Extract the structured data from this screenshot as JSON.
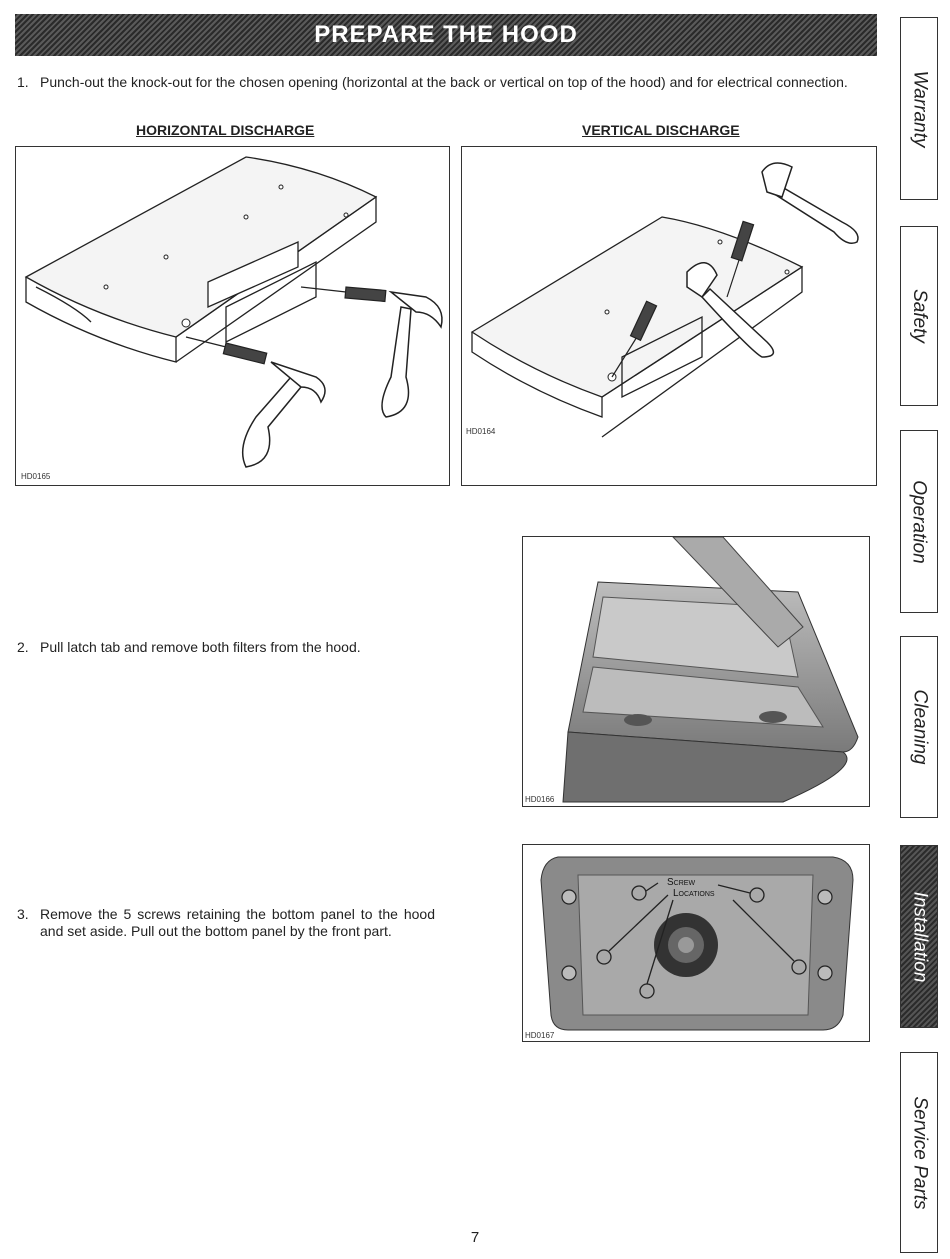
{
  "banner": {
    "title": "PREPARE THE HOOD"
  },
  "steps": [
    {
      "num": "1.",
      "text": "Punch-out the knock-out for the chosen opening (horizontal at the back or vertical on top of the hood) and for electrical connection."
    },
    {
      "num": "2.",
      "text": "Pull latch tab and remove both filters from the hood."
    },
    {
      "num": "3.",
      "text": "Remove the 5 screws retaining the bottom panel to the hood and set aside. Pull out the bottom panel by the front part."
    }
  ],
  "figures": {
    "horizontal": {
      "heading": "HORIZONTAL DISCHARGE",
      "code": "HD0165"
    },
    "vertical": {
      "heading": "VERTICAL DISCHARGE",
      "code": "HD0164"
    },
    "filters": {
      "code": "HD0166"
    },
    "screws": {
      "code": "HD0167",
      "callout_line1": "Screw",
      "callout_line2": "Locations"
    }
  },
  "side_tabs": [
    {
      "label": "Warranty",
      "active": false
    },
    {
      "label": "Safety",
      "active": false
    },
    {
      "label": "Operation",
      "active": false
    },
    {
      "label": "Cleaning",
      "active": false
    },
    {
      "label": "Installation",
      "active": true
    },
    {
      "label": "Service Parts",
      "active": false
    }
  ],
  "page_number": "7"
}
